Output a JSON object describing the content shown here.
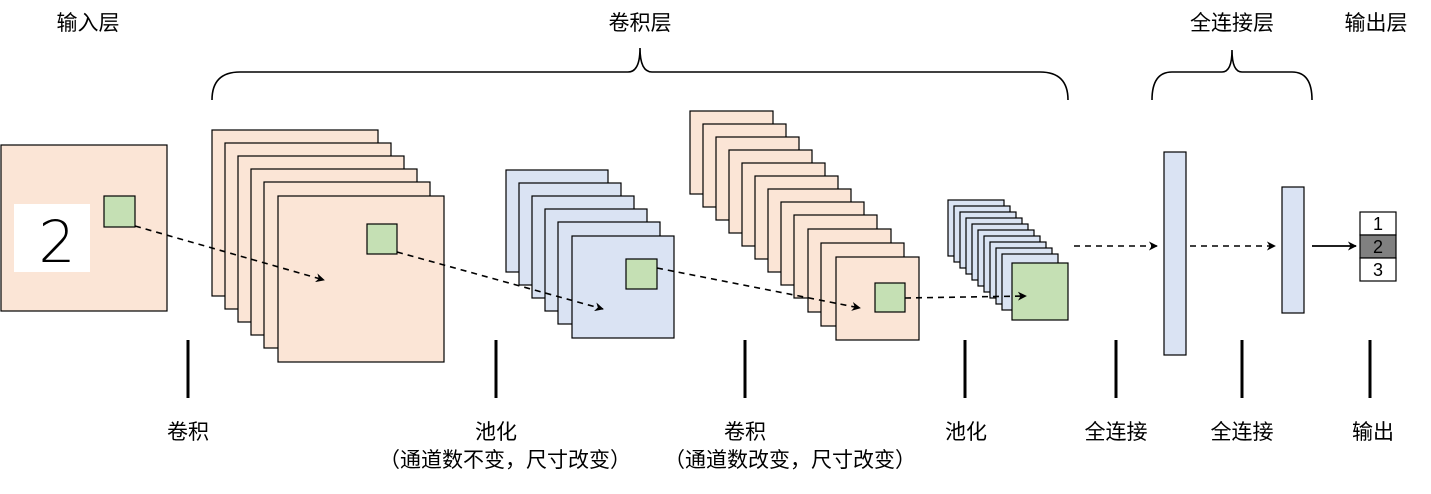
{
  "headers": {
    "input_layer": "输入层",
    "conv_layer": "卷积层",
    "fc_layer": "全连接层",
    "output_layer": "输出层"
  },
  "operations": {
    "conv1": "卷积",
    "pool1": "池化",
    "pool1_note": "（通道数不变，尺寸改变）",
    "conv2": "卷积",
    "conv2_note": "（通道数改变，尺寸改变）",
    "pool2": "池化",
    "fc1": "全连接",
    "fc2": "全连接",
    "output": "输出"
  },
  "input_digit": "2",
  "output_cells": [
    "1",
    "2",
    "3"
  ],
  "colors": {
    "feature_map": "#fbe5d6",
    "pooled_map": "#dae3f3",
    "kernel": "#c5e0b4",
    "fc_bar": "#dae3f3",
    "highlight_cell": "#808080",
    "stroke": "#000000"
  }
}
